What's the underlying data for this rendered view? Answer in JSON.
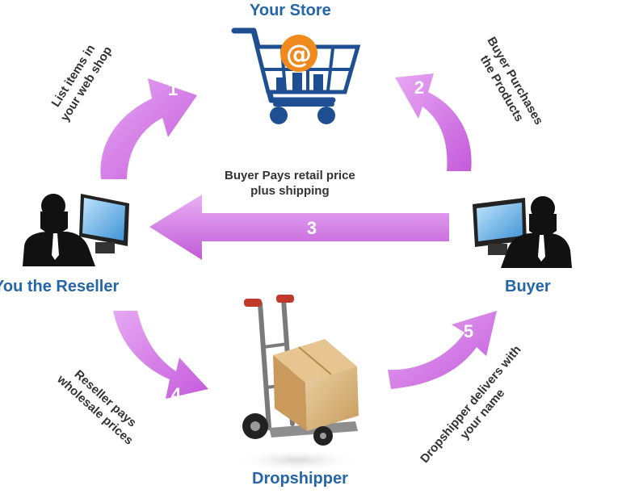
{
  "nodes": {
    "store": "Your Store",
    "reseller": "You the Reseller",
    "buyer": "Buyer",
    "dropshipper": "Dropshipper"
  },
  "cart_logo_text": "@",
  "steps": [
    {
      "number": "1",
      "label_lines": [
        "List items in",
        "your web shop"
      ]
    },
    {
      "number": "2",
      "label_lines": [
        "Buyer Purchases",
        "the Products"
      ]
    },
    {
      "number": "3",
      "label_lines": [
        "Buyer Pays retail price",
        "plus shipping"
      ]
    },
    {
      "number": "4",
      "label_lines": [
        "Reseller pays",
        "wholesale prices"
      ]
    },
    {
      "number": "5",
      "label_lines": [
        "Dropshipper delivers with",
        "your name"
      ]
    }
  ],
  "colors": {
    "arrow": "#cc66e0",
    "arrow_light": "#e7a8f3",
    "title_blue": "#2566a8",
    "cart_blue": "#1f4f93",
    "at_orange": "#f08a1c",
    "box": "#d8b27a",
    "silhouette": "#111111",
    "screen": "#5fb0e8"
  },
  "icons": [
    "shopping-cart-icon",
    "reseller-computer-icon",
    "buyer-computer-icon",
    "hand-truck-box-icon"
  ]
}
